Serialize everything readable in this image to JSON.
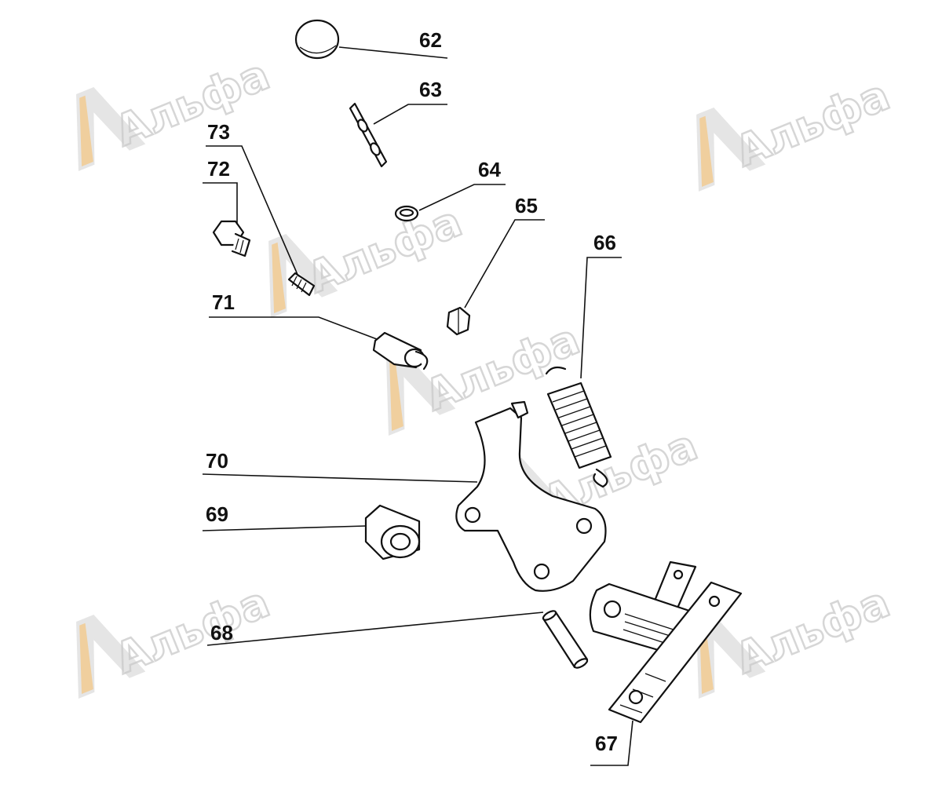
{
  "watermark": {
    "text": "Альфа",
    "accent_color": "#f3c98c",
    "gray_color": "#c9c9c9"
  },
  "callouts": {
    "c62": "62",
    "c63": "63",
    "c64": "64",
    "c65": "65",
    "c66": "66",
    "c67": "67",
    "c68": "68",
    "c69": "69",
    "c70": "70",
    "c71": "71",
    "c72": "72",
    "c73": "73"
  },
  "parts": [
    {
      "number": "62",
      "shape": "ball-knob"
    },
    {
      "number": "63",
      "shape": "pin-shaft"
    },
    {
      "number": "64",
      "shape": "small-ring"
    },
    {
      "number": "65",
      "shape": "nut"
    },
    {
      "number": "66",
      "shape": "tension-spring"
    },
    {
      "number": "67",
      "shape": "plate-assembly"
    },
    {
      "number": "68",
      "shape": "pin"
    },
    {
      "number": "69",
      "shape": "bushing"
    },
    {
      "number": "70",
      "shape": "lever-bracket"
    },
    {
      "number": "71",
      "shape": "stud-with-clip"
    },
    {
      "number": "72",
      "shape": "hex-bolt"
    },
    {
      "number": "73",
      "shape": "set-screw"
    }
  ]
}
